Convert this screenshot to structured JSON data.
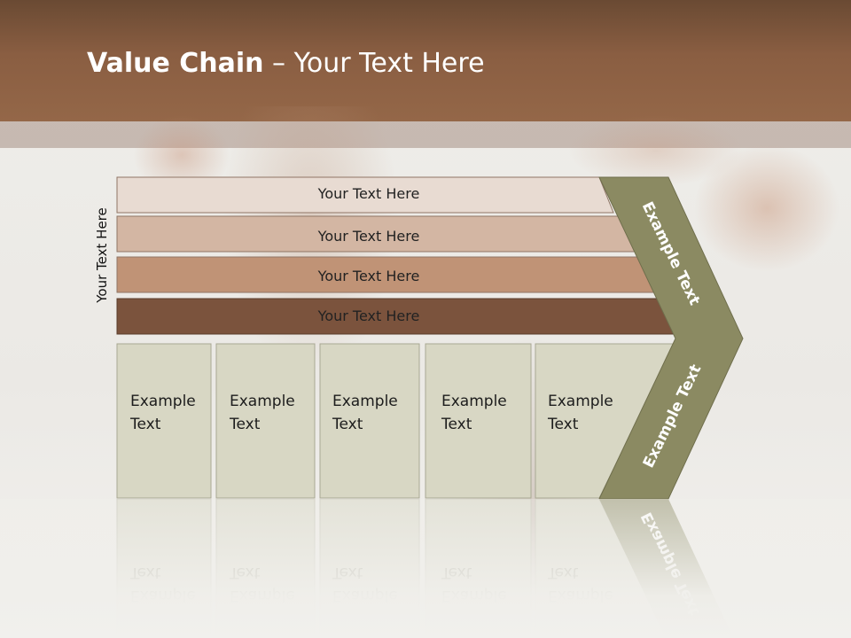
{
  "title": {
    "bold": "Value Chain",
    "rest": " – Your Text Here"
  },
  "side_label": "Your Text Here",
  "bars": [
    {
      "label": "Your Text Here",
      "color": "#e8dbd2"
    },
    {
      "label": "Your Text Here",
      "color": "#d3b6a3"
    },
    {
      "label": "Your Text Here",
      "color": "#c09376"
    },
    {
      "label": "Your Text Here",
      "color": "#7b533d"
    }
  ],
  "cells": [
    {
      "line1": "Example",
      "line2": "Text"
    },
    {
      "line1": "Example",
      "line2": "Text"
    },
    {
      "line1": "Example",
      "line2": "Text"
    },
    {
      "line1": "Example",
      "line2": "Text"
    },
    {
      "line1": "Example",
      "line2": "Text"
    }
  ],
  "chevron": {
    "top_text": "Example Text",
    "bottom_text": "Example Text",
    "color": "#8b8a62"
  },
  "colors": {
    "header": "#8a5e42",
    "cell_fill": "#d8d7c4",
    "cell_border": "#a9a893"
  }
}
